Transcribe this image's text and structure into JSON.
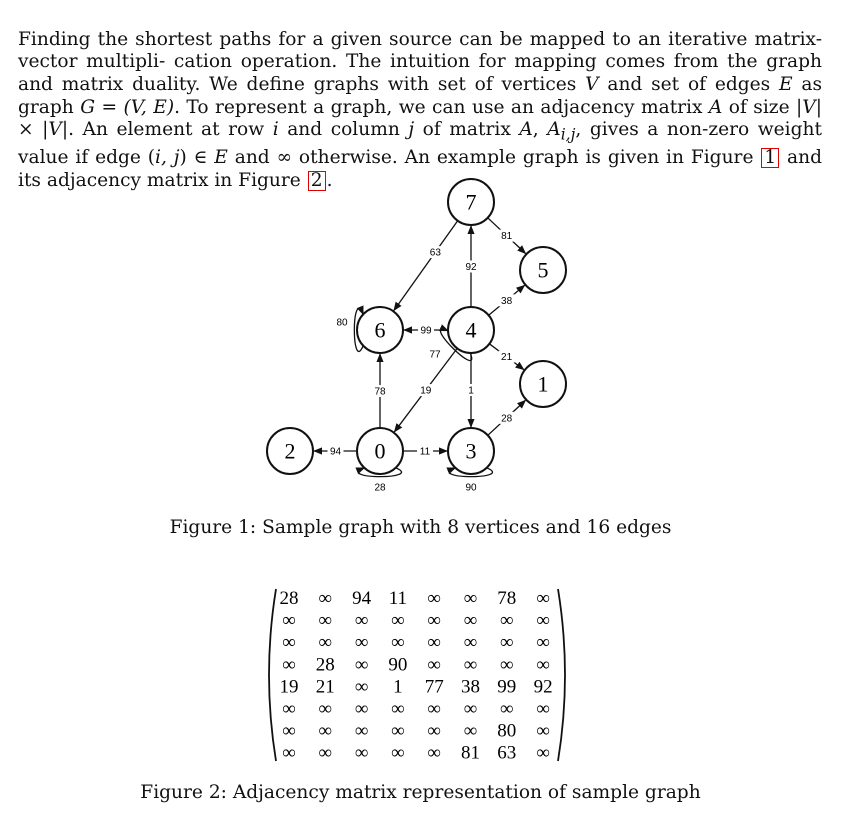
{
  "paragraph": [
    {
      "t": "Finding the shortest paths for a given source can be mapped to an iterative matrix-vector multipli- cation operation. The intuition for mapping comes from the graph and matrix duality. We define graphs with set of vertices "
    },
    {
      "t": "V",
      "math": true
    },
    {
      "t": " and set of edges "
    },
    {
      "t": "E",
      "math": true
    },
    {
      "t": " as graph "
    },
    {
      "t": "G = (V, E)",
      "math": true
    },
    {
      "t": ". To represent a graph, we can use an adjacency matrix "
    },
    {
      "t": "A",
      "math": true
    },
    {
      "t": " of size |"
    },
    {
      "t": "V",
      "math": true
    },
    {
      "t": "| × |"
    },
    {
      "t": "V",
      "math": true
    },
    {
      "t": "|. An element at row "
    },
    {
      "t": "i",
      "math": true
    },
    {
      "t": " and column "
    },
    {
      "t": "j",
      "math": true
    },
    {
      "t": " of matrix "
    },
    {
      "t": "A",
      "math": true
    },
    {
      "t": ", "
    },
    {
      "t": "A",
      "math": true
    },
    {
      "t": "i,j",
      "math": true,
      "sub": true
    },
    {
      "t": ", gives a non-zero weight value if edge ("
    },
    {
      "t": "i, j",
      "math": true
    },
    {
      "t": ") ∈ "
    },
    {
      "t": "E",
      "math": true
    },
    {
      "t": " and ∞ otherwise. An example graph is given in Figure "
    },
    {
      "t": "1",
      "ref": true
    },
    {
      "t": " and its adjacency matrix in Figure "
    },
    {
      "t": "2",
      "ref": true
    },
    {
      "t": "."
    }
  ],
  "figure1": {
    "caption": "Figure 1: Sample graph with 8 vertices and 16 edges",
    "vertices": [
      "0",
      "1",
      "2",
      "3",
      "4",
      "5",
      "6",
      "7"
    ],
    "edges": [
      {
        "from": "0",
        "to": "0",
        "weight": "28"
      },
      {
        "from": "0",
        "to": "2",
        "weight": "94"
      },
      {
        "from": "0",
        "to": "3",
        "weight": "11"
      },
      {
        "from": "0",
        "to": "6",
        "weight": "78"
      },
      {
        "from": "3",
        "to": "1",
        "weight": "28"
      },
      {
        "from": "3",
        "to": "3",
        "weight": "90"
      },
      {
        "from": "4",
        "to": "0",
        "weight": "19"
      },
      {
        "from": "4",
        "to": "1",
        "weight": "21"
      },
      {
        "from": "4",
        "to": "3",
        "weight": "1"
      },
      {
        "from": "4",
        "to": "4",
        "weight": "77"
      },
      {
        "from": "4",
        "to": "5",
        "weight": "38"
      },
      {
        "from": "4",
        "to": "6",
        "weight": "99"
      },
      {
        "from": "4",
        "to": "7",
        "weight": "92"
      },
      {
        "from": "6",
        "to": "6",
        "weight": "80"
      },
      {
        "from": "7",
        "to": "5",
        "weight": "81"
      },
      {
        "from": "7",
        "to": "6",
        "weight": "63"
      }
    ]
  },
  "figure2": {
    "caption": "Figure 2: Adjacency matrix representation of sample graph",
    "rows": [
      [
        "28",
        "∞",
        "94",
        "11",
        "∞",
        "∞",
        "78",
        "∞"
      ],
      [
        "∞",
        "∞",
        "∞",
        "∞",
        "∞",
        "∞",
        "∞",
        "∞"
      ],
      [
        "∞",
        "∞",
        "∞",
        "∞",
        "∞",
        "∞",
        "∞",
        "∞"
      ],
      [
        "∞",
        "28",
        "∞",
        "90",
        "∞",
        "∞",
        "∞",
        "∞"
      ],
      [
        "19",
        "21",
        "∞",
        "1",
        "77",
        "38",
        "99",
        "92"
      ],
      [
        "∞",
        "∞",
        "∞",
        "∞",
        "∞",
        "∞",
        "∞",
        "∞"
      ],
      [
        "∞",
        "∞",
        "∞",
        "∞",
        "∞",
        "∞",
        "80",
        "∞"
      ],
      [
        "∞",
        "∞",
        "∞",
        "∞",
        "∞",
        "81",
        "63",
        "∞"
      ]
    ]
  }
}
